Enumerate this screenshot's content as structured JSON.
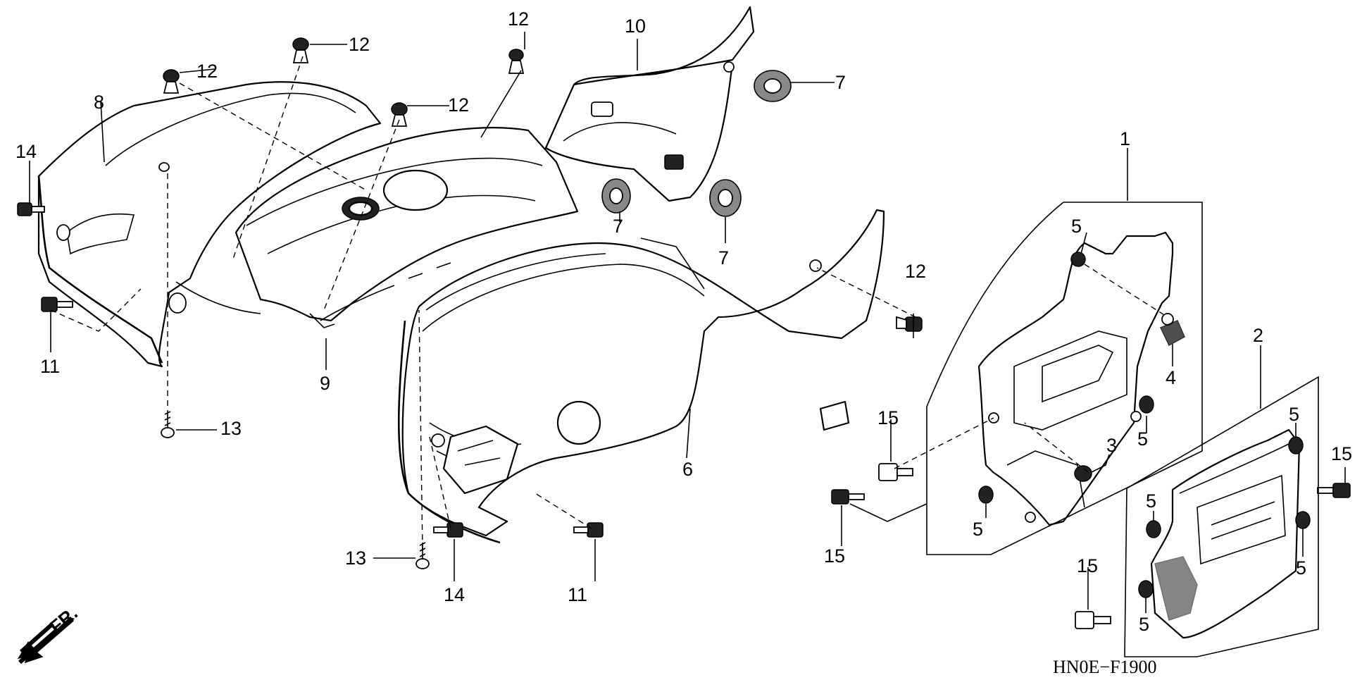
{
  "diagram": {
    "code": "HN0E−F1900",
    "direction_label": "FR.",
    "callouts": [
      {
        "id": "c1",
        "text": "1"
      },
      {
        "id": "c2",
        "text": "2"
      },
      {
        "id": "c3",
        "text": "3"
      },
      {
        "id": "c4",
        "text": "4"
      },
      {
        "id": "c5a",
        "text": "5"
      },
      {
        "id": "c5b",
        "text": "5"
      },
      {
        "id": "c5c",
        "text": "5"
      },
      {
        "id": "c5d",
        "text": "5"
      },
      {
        "id": "c5e",
        "text": "5"
      },
      {
        "id": "c5f",
        "text": "5"
      },
      {
        "id": "c5g",
        "text": "5"
      },
      {
        "id": "c6",
        "text": "6"
      },
      {
        "id": "c7a",
        "text": "7"
      },
      {
        "id": "c7b",
        "text": "7"
      },
      {
        "id": "c7c",
        "text": "7"
      },
      {
        "id": "c8",
        "text": "8"
      },
      {
        "id": "c9",
        "text": "9"
      },
      {
        "id": "c10",
        "text": "10"
      },
      {
        "id": "c11a",
        "text": "11"
      },
      {
        "id": "c11b",
        "text": "11"
      },
      {
        "id": "c12a",
        "text": "12"
      },
      {
        "id": "c12b",
        "text": "12"
      },
      {
        "id": "c12c",
        "text": "12"
      },
      {
        "id": "c12d",
        "text": "12"
      },
      {
        "id": "c12e",
        "text": "12"
      },
      {
        "id": "c13a",
        "text": "13"
      },
      {
        "id": "c13b",
        "text": "13"
      },
      {
        "id": "c14a",
        "text": "14"
      },
      {
        "id": "c14b",
        "text": "14"
      },
      {
        "id": "c15a",
        "text": "15"
      },
      {
        "id": "c15b",
        "text": "15"
      },
      {
        "id": "c15c",
        "text": "15"
      },
      {
        "id": "c15d",
        "text": "15"
      }
    ]
  }
}
